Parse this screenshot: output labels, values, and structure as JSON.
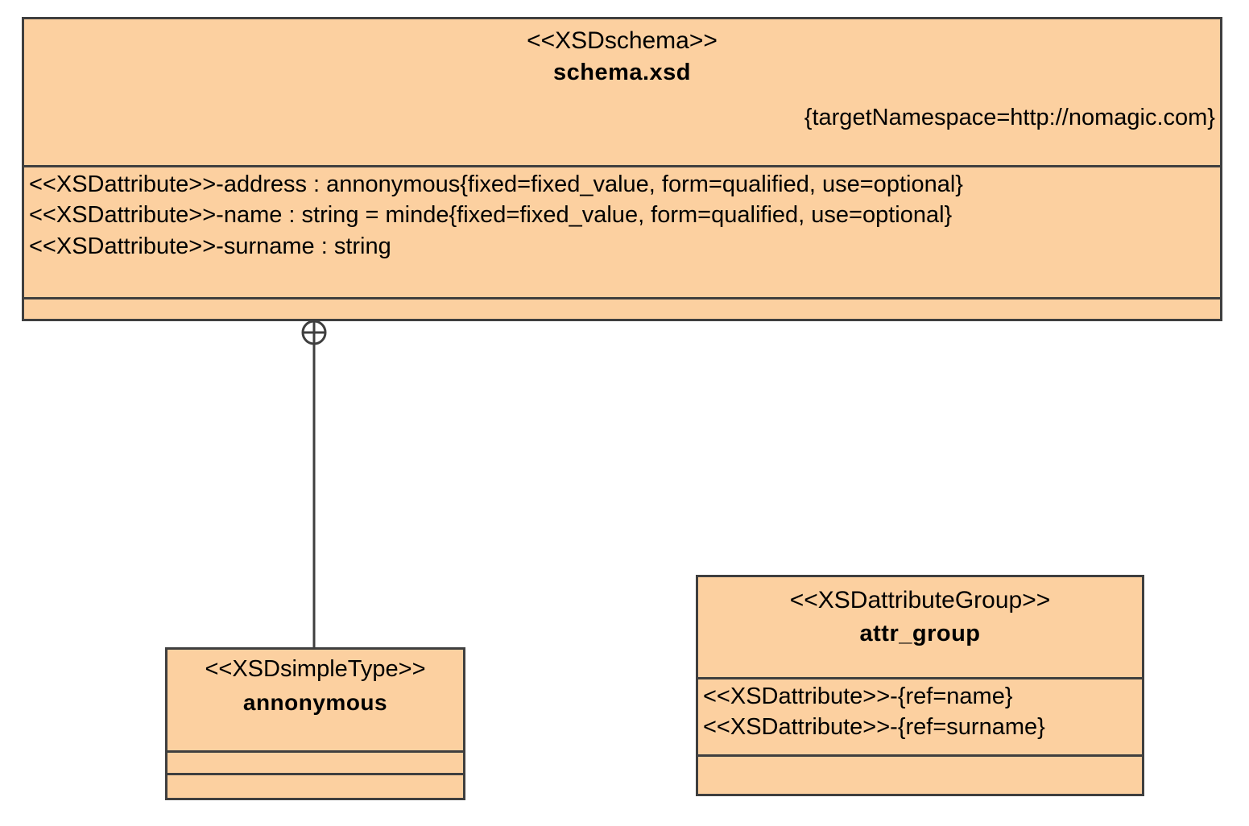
{
  "diagram": {
    "type": "uml-xsd-class-diagram",
    "background_color": "#ffffff",
    "element_fill_color": "#fcd0a0",
    "element_border_color": "#3f3f3f",
    "text_color": "#000000"
  },
  "schema_box": {
    "stereotype": "<<XSDschema>>",
    "name": "schema.xsd",
    "tagged_values": "{targetNamespace=http://nomagic.com}",
    "attributes": [
      "<<XSDattribute>>-address : annonymous{fixed=fixed_value, form=qualified, use=optional}",
      "<<XSDattribute>>-name : string = minde{fixed=fixed_value, form=qualified, use=optional}",
      "<<XSDattribute>>-surname : string"
    ],
    "operations": []
  },
  "simpletype_box": {
    "stereotype": "<<XSDsimpleType>>",
    "name": "annonymous",
    "attributes": [],
    "operations": []
  },
  "attrgroup_box": {
    "stereotype": "<<XSDattributeGroup>>",
    "name": "attr_group",
    "attributes": [
      "<<XSDattribute>>-{ref=name}",
      "<<XSDattribute>>-{ref=surname}"
    ],
    "operations": []
  },
  "connector": {
    "kind": "containment-anchor",
    "symbol": "circle-plus",
    "from": "schema.xsd",
    "to": "annonymous"
  }
}
